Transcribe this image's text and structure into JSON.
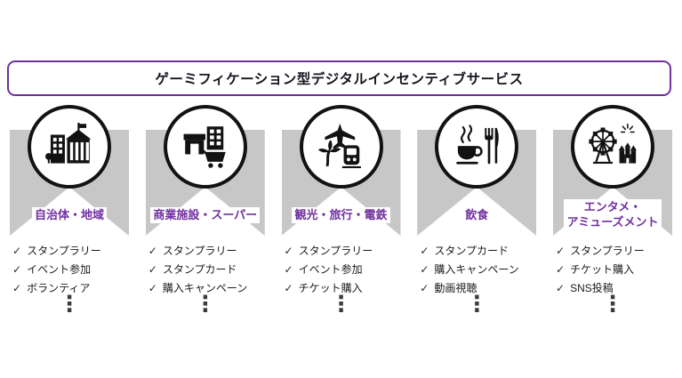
{
  "title": "ゲーミフィケーション型デジタルインセンティブサービス",
  "check_glyph": "✓",
  "ellipsis_glyph": "⋮",
  "colors": {
    "accent_purple": "#7030a0",
    "banner_gray": "#c7c7c7",
    "icon_black": "#121212",
    "title_text": "#15151f"
  },
  "columns": [
    {
      "label": "自治体・地域",
      "icon": "city-government-icon",
      "items": [
        "スタンプラリー",
        "イベント参加",
        "ボランティア"
      ]
    },
    {
      "label": "商業施設・スーパー",
      "icon": "store-shopping-cart-icon",
      "items": [
        "スタンプラリー",
        "スタンプカード",
        "購入キャンペーン"
      ]
    },
    {
      "label": "観光・旅行・電鉄",
      "icon": "travel-rail-icon",
      "items": [
        "スタンプラリー",
        "イベント参加",
        "チケット購入"
      ]
    },
    {
      "label": "飲食",
      "icon": "food-beverage-icon",
      "items": [
        "スタンプカード",
        "購入キャンペーン",
        "動画視聴"
      ]
    },
    {
      "label": "エンタメ・\nアミューズメント",
      "icon": "amusement-park-icon",
      "items": [
        "スタンプラリー",
        "チケット購入",
        "SNS投稿"
      ]
    }
  ]
}
